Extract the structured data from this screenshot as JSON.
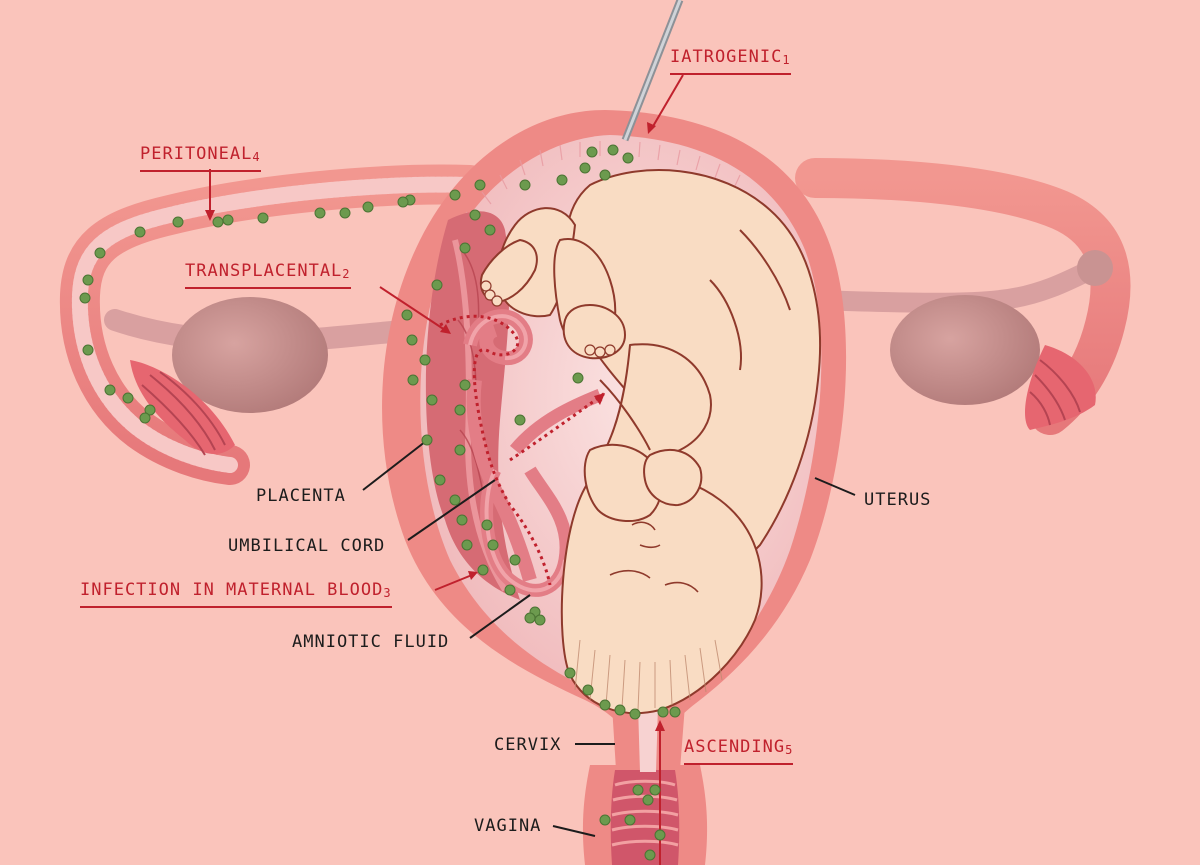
{
  "labels": {
    "iatrogenic": {
      "text": "IATROGENIC",
      "index": "1"
    },
    "peritoneal": {
      "text": "PERITONEAL",
      "index": "4"
    },
    "transplacental": {
      "text": "TRANSPLACENTAL",
      "index": "2"
    },
    "maternal_blood": {
      "text": "INFECTION IN MATERNAL BLOOD",
      "index": "3"
    },
    "ascending": {
      "text": "ASCENDING",
      "index": "5"
    },
    "placenta": "PLACENTA",
    "umbilical_cord": "UMBILICAL CORD",
    "amniotic_fluid": "AMNIOTIC FLUID",
    "uterus": "UTERUS",
    "cervix": "CERVIX",
    "vagina": "VAGINA"
  },
  "colors": {
    "background": "#fac4bb",
    "uterus_wall": "#ee8a86",
    "uterine_cavity": "#f6d2d1",
    "fetus": "#f9dcc3",
    "fetus_outline": "#8f3a2c",
    "placenta": "#d66b74",
    "bacteria": "#6c9a4e",
    "pathway_red": "#c0212d",
    "label_dark": "#1c1c1c",
    "ovary": "#c08a88"
  }
}
